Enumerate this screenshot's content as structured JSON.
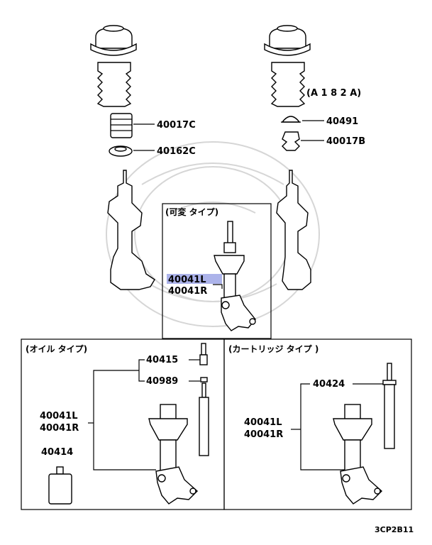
{
  "labels": {
    "p40017C": "40017C",
    "p40162C": "40162C",
    "a182a": "(A 1 8 2 A)",
    "p40491": "40491",
    "p40017B": "40017B",
    "cap_variable": "(可変 タイプ)",
    "var_l": "40041L",
    "var_r": "40041R",
    "cap_oil": "(オイル タイプ)",
    "p40415": "40415",
    "p40989": "40989",
    "oil_l": "40041L",
    "oil_r": "40041R",
    "p40414": "40414",
    "cap_cart": "(カートリッジ タイプ )",
    "p40424": "40424",
    "cart_l": "40041L",
    "cart_r": "40041R",
    "diagram_code": "3CP2B11"
  },
  "highlight_color": "#9ea6e6"
}
